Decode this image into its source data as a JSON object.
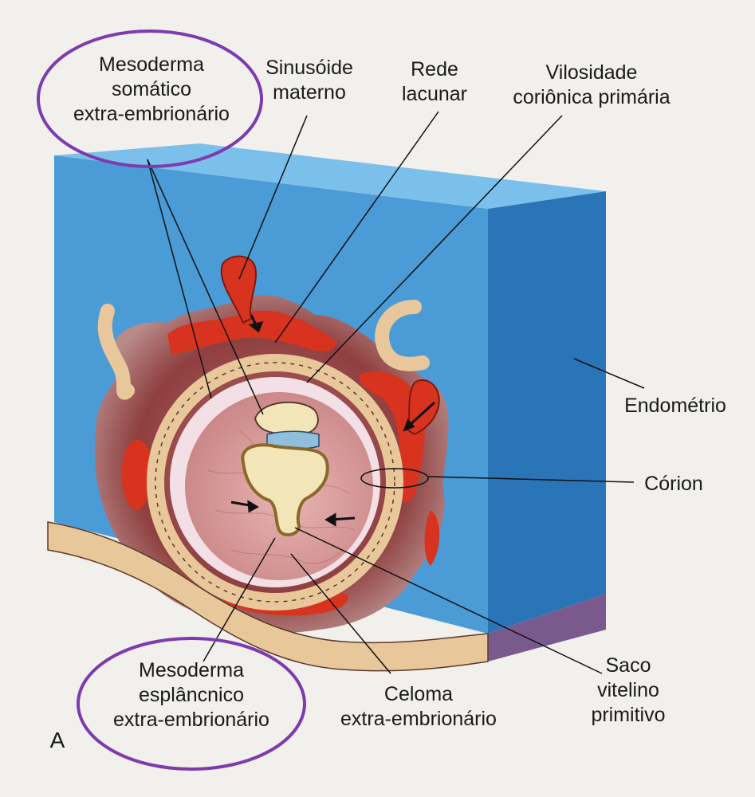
{
  "colors": {
    "block_front": "#4b9bd6",
    "block_top": "#7bc0ea",
    "block_side": "#2a74b8",
    "decidua": "#8a3a3a",
    "lacunae": "#d8331f",
    "chorionic_cavity": "#f3e0e6",
    "coelom": "#d9a0a0",
    "yolk": "#f2e6b8",
    "cells": "#e8c79a",
    "highlight_circle": "#7d3bb0"
  },
  "labels": {
    "somatic_mesoderm": [
      "Mesoderma",
      "somático",
      "extra-embrionário"
    ],
    "maternal_sinusoid": [
      "Sinusóide",
      "materno"
    ],
    "lacunar_network": [
      "Rede",
      "lacunar"
    ],
    "primary_villus": [
      "Vilosidade",
      "coriônica primária"
    ],
    "endometrium": [
      "Endométrio"
    ],
    "chorion": [
      "Córion"
    ],
    "yolk_sac": [
      "Saco",
      "vitelino",
      "primitivo"
    ],
    "coelom": [
      "Celoma",
      "extra-embrionário"
    ],
    "splanchnic_mesoderm": [
      "Mesoderma",
      "esplâncnico",
      "extra-embrionário"
    ],
    "figure_letter": "A"
  },
  "highlighted": [
    "somatic_mesoderm",
    "splanchnic_mesoderm"
  ]
}
